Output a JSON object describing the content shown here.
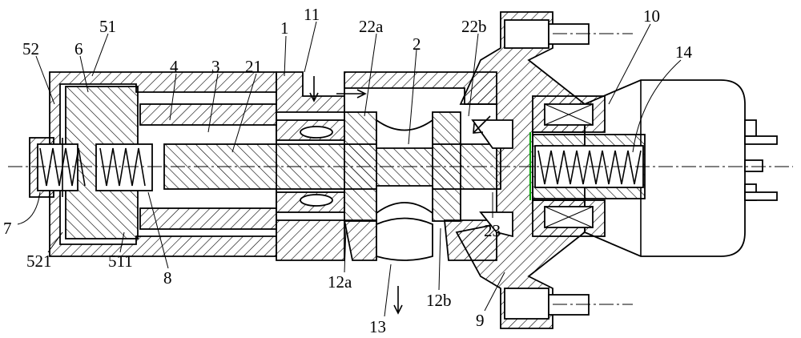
{
  "figure": {
    "labels": {
      "l52": "52",
      "l6": "6",
      "l51": "51",
      "l4": "4",
      "l3": "3",
      "l21": "21",
      "l1": "1",
      "l11": "11",
      "l22a": "22a",
      "l2": "2",
      "l22b": "22b",
      "l10": "10",
      "l14": "14",
      "l7": "7",
      "l521": "521",
      "l511": "511",
      "l8": "8",
      "l12a": "12a",
      "l13": "13",
      "l12b": "12b",
      "l9": "9",
      "l23": "23"
    },
    "colors": {
      "line": "#000000",
      "background": "#ffffff",
      "accent": "#00aa00"
    }
  }
}
